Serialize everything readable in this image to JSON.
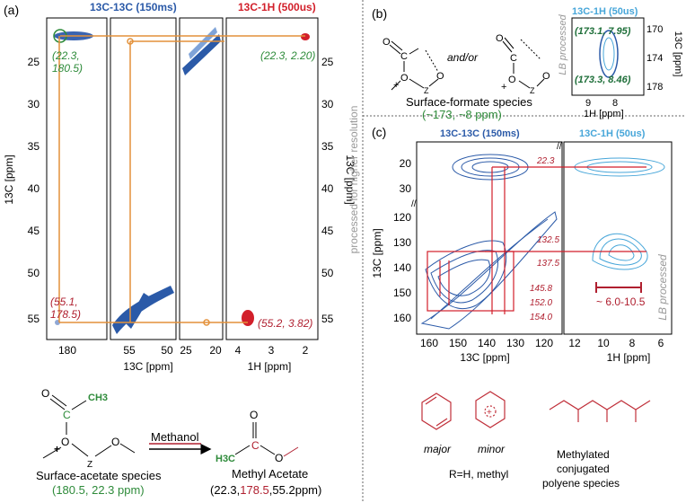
{
  "panel_a": {
    "label": "(a)",
    "title_cc": "13C-13C (150ms)",
    "title_ch": "13C-1H (500us)",
    "y_left_label": "13C [ppm]",
    "y_right_label": "13C [ppm]",
    "side_note": "processed for higher resolution",
    "yticks": [
      "25",
      "30",
      "35",
      "40",
      "45",
      "50",
      "55"
    ],
    "xlabel_c": "13C [ppm]",
    "xlabel_h": "1H [ppm]",
    "x1_ticks": [
      "180"
    ],
    "x2_ticks": [
      "55",
      "50"
    ],
    "x3_ticks": [
      "25",
      "20"
    ],
    "x4_ticks": [
      "4",
      "3",
      "2"
    ],
    "ann_top_left": [
      "(22.3,",
      "180.5)"
    ],
    "ann_top_right": "(22.3, 2.20)",
    "ann_bot_left": [
      "(55.1,",
      "178.5)"
    ],
    "ann_bot_right": "(55.2, 3.82)",
    "scheme": {
      "ch3": "CH3",
      "c": "C",
      "o": "O",
      "z": "Z",
      "plus": "+",
      "arrow_label": "Methanol",
      "product": "Methyl Acetate",
      "product_h3c": "H3C",
      "surface_label": "Surface-acetate species",
      "surface_shifts": "(180.5, 22.3 ppm)",
      "product_shifts_pre": "(22.3,",
      "product_shifts_mid": "178.5",
      "product_shifts_post": ",55.2ppm)"
    }
  },
  "panel_b": {
    "label": "(b)",
    "and_or": "and/or",
    "species": "Surface-formate species",
    "shifts": "(~173, ~8 ppm)",
    "inset_title": "13C-1H (50us)",
    "lb": "LB processed",
    "ann1": "(173.1, 7.95)",
    "ann2": "(173.3, 8.46)",
    "yticks": [
      "170",
      "174",
      "178"
    ],
    "xticks": [
      "9",
      "8"
    ],
    "xlabel": "1H [ppm]",
    "ylabel": "13C [ppm]"
  },
  "panel_c": {
    "label": "(c)",
    "title_cc": "13C-13C (150ms)",
    "title_ch": "13C-1H (50us)",
    "ylabel": "13C [ppm]",
    "xlabel_c": "13C [ppm]",
    "xlabel_h": "1H [ppm]",
    "y_top_ticks": [
      "20",
      "30"
    ],
    "y_bot_ticks": [
      "120",
      "130",
      "140",
      "150",
      "160"
    ],
    "x_c_ticks": [
      "160",
      "150",
      "140",
      "130",
      "120"
    ],
    "x_h_ticks": [
      "12",
      "10",
      "8",
      "6"
    ],
    "peaks": [
      "22.3",
      "132.5",
      "137.5",
      "145.8",
      "152.0",
      "154.0"
    ],
    "range": "~ 6.0-10.5",
    "lb": "LB processed",
    "major": "major",
    "minor": "minor",
    "r_def": "R=H, methyl",
    "polyene": [
      "Methylated",
      "conjugated",
      "polyene species"
    ]
  }
}
